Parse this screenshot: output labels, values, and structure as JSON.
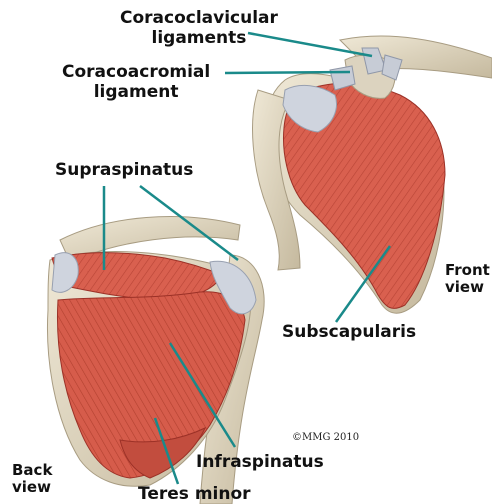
{
  "labels": {
    "coracoclavicular": [
      "Coracoclavicular",
      "ligaments"
    ],
    "coracoacromial": [
      "Coracoacromial",
      "ligament"
    ],
    "supraspinatus": "Supraspinatus",
    "subscapularis": "Subscapularis",
    "infraspinatus": "Infraspinatus",
    "teres_minor": "Teres minor",
    "front_view": [
      "Front",
      "view"
    ],
    "back_view": [
      "Back",
      "view"
    ],
    "copyright": "©MMG 2010"
  },
  "colors": {
    "leader_line": "#1a8a8a",
    "muscle": "#d9604f",
    "muscle_dark": "#a8362d",
    "bone": "#e2d9c4",
    "bone_shadow": "#b9ad94",
    "tendon": "#c9ced8"
  }
}
